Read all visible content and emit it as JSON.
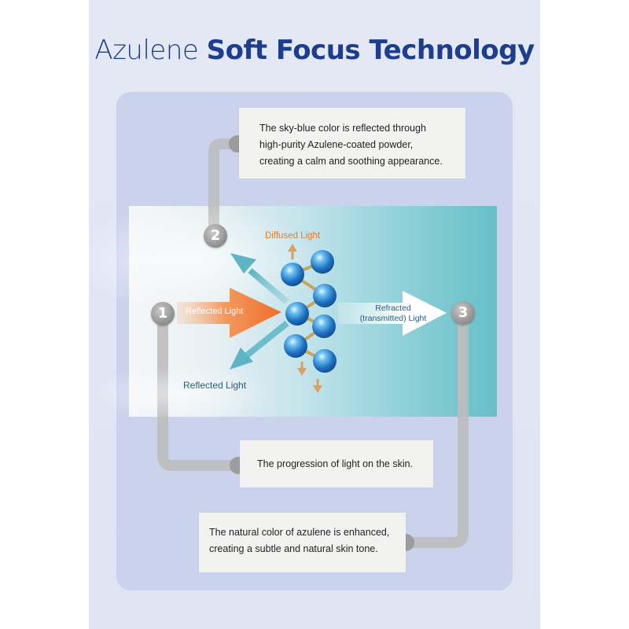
{
  "title": {
    "part1": "Azulene",
    "part2": "Soft Focus Technology"
  },
  "notes": {
    "sky_blue": {
      "lines": [
        "The sky-blue color is reflected through",
        "high-purity Azulene-coated powder,",
        "creating a calm and soothing appearance."
      ]
    },
    "progression": {
      "lines": [
        "The progression of light on the skin."
      ]
    },
    "natural_color": {
      "lines": [
        "The natural color of azulene is enhanced,",
        "creating a subtle and natural skin tone."
      ]
    }
  },
  "diagram": {
    "labels": {
      "diffused": "Diffused Light",
      "reflected_in": "Reflected Light",
      "reflected_out": "Reflected Light",
      "refracted_line1": "Refracted",
      "refracted_line2": "(transmitted) Light"
    },
    "badges": [
      "1",
      "2",
      "3"
    ]
  },
  "colors": {
    "title": "#1d3d8f",
    "incoming_arrow": "#f07a3a",
    "reflected_arrow": "#6cbfca",
    "particle": "#2f8fd8",
    "diffused_arrow": "#d9a064"
  }
}
